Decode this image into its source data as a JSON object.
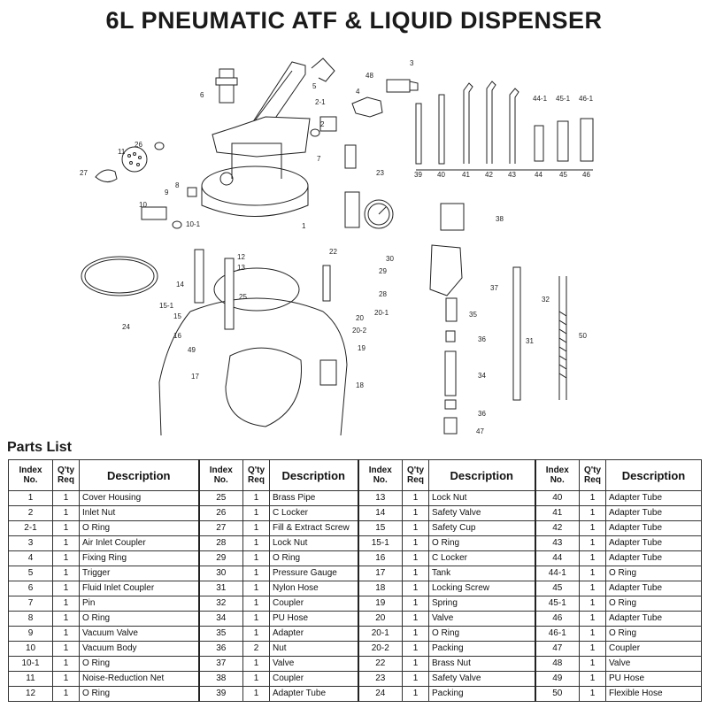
{
  "title": "6L PNEUMATIC ATF & LIQUID DISPENSER",
  "parts_list_title": "Parts List",
  "table": {
    "headers": {
      "index": [
        "Index",
        "No."
      ],
      "qty": [
        "Q'ty",
        "Req"
      ],
      "desc": "Description"
    },
    "rows": [
      [
        [
          "1",
          "1",
          "Cover Housing"
        ],
        [
          "25",
          "1",
          "Brass Pipe"
        ],
        [
          "13",
          "1",
          "Lock Nut"
        ],
        [
          "40",
          "1",
          "Adapter Tube"
        ]
      ],
      [
        [
          "2",
          "1",
          "Inlet Nut"
        ],
        [
          "26",
          "1",
          "C Locker"
        ],
        [
          "14",
          "1",
          "Safety Valve"
        ],
        [
          "41",
          "1",
          "Adapter Tube"
        ]
      ],
      [
        [
          "2-1",
          "1",
          "O Ring"
        ],
        [
          "27",
          "1",
          "Fill & Extract Screw"
        ],
        [
          "15",
          "1",
          "Safety Cup"
        ],
        [
          "42",
          "1",
          "Adapter Tube"
        ]
      ],
      [
        [
          "3",
          "1",
          "Air Inlet Coupler"
        ],
        [
          "28",
          "1",
          "Lock Nut"
        ],
        [
          "15-1",
          "1",
          "O Ring"
        ],
        [
          "43",
          "1",
          "Adapter Tube"
        ]
      ],
      [
        [
          "4",
          "1",
          "Fixing Ring"
        ],
        [
          "29",
          "1",
          "O Ring"
        ],
        [
          "16",
          "1",
          "C Locker"
        ],
        [
          "44",
          "1",
          "Adapter Tube"
        ]
      ],
      [
        [
          "5",
          "1",
          "Trigger"
        ],
        [
          "30",
          "1",
          "Pressure Gauge"
        ],
        [
          "17",
          "1",
          "Tank"
        ],
        [
          "44-1",
          "1",
          "O Ring"
        ]
      ],
      [
        [
          "6",
          "1",
          "Fluid Inlet Coupler"
        ],
        [
          "31",
          "1",
          "Nylon Hose"
        ],
        [
          "18",
          "1",
          "Locking Screw"
        ],
        [
          "45",
          "1",
          "Adapter Tube"
        ]
      ],
      [
        [
          "7",
          "1",
          "Pin"
        ],
        [
          "32",
          "1",
          "Coupler"
        ],
        [
          "19",
          "1",
          "Spring"
        ],
        [
          "45-1",
          "1",
          "O Ring"
        ]
      ],
      [
        [
          "8",
          "1",
          "O Ring"
        ],
        [
          "34",
          "1",
          "PU Hose"
        ],
        [
          "20",
          "1",
          "Valve"
        ],
        [
          "46",
          "1",
          "Adapter Tube"
        ]
      ],
      [
        [
          "9",
          "1",
          "Vacuum Valve"
        ],
        [
          "35",
          "1",
          "Adapter"
        ],
        [
          "20-1",
          "1",
          "O Ring"
        ],
        [
          "46-1",
          "1",
          "O Ring"
        ]
      ],
      [
        [
          "10",
          "1",
          "Vacuum Body"
        ],
        [
          "36",
          "2",
          "Nut"
        ],
        [
          "20-2",
          "1",
          "Packing"
        ],
        [
          "47",
          "1",
          "Coupler"
        ]
      ],
      [
        [
          "10-1",
          "1",
          "O Ring"
        ],
        [
          "37",
          "1",
          "Valve"
        ],
        [
          "22",
          "1",
          "Brass Nut"
        ],
        [
          "48",
          "1",
          "Valve"
        ]
      ],
      [
        [
          "11",
          "1",
          "Noise-Reduction Net"
        ],
        [
          "38",
          "1",
          "Coupler"
        ],
        [
          "23",
          "1",
          "Safety Valve"
        ],
        [
          "49",
          "1",
          "PU Hose"
        ]
      ],
      [
        [
          "12",
          "1",
          "O Ring"
        ],
        [
          "39",
          "1",
          "Adapter Tube"
        ],
        [
          "24",
          "1",
          "Packing"
        ],
        [
          "50",
          "1",
          "Flexible Hose"
        ]
      ]
    ]
  },
  "diagram_labels": [
    {
      "id": "1",
      "text": "1"
    },
    {
      "id": "2",
      "text": "2"
    },
    {
      "id": "2-1",
      "text": "2-1"
    },
    {
      "id": "3",
      "text": "3"
    },
    {
      "id": "4",
      "text": "4"
    },
    {
      "id": "5",
      "text": "5"
    },
    {
      "id": "6",
      "text": "6"
    },
    {
      "id": "7",
      "text": "7"
    },
    {
      "id": "8",
      "text": "8"
    },
    {
      "id": "9",
      "text": "9"
    },
    {
      "id": "10",
      "text": "10"
    },
    {
      "id": "10-1",
      "text": "10-1"
    },
    {
      "id": "11",
      "text": "11"
    },
    {
      "id": "12",
      "text": "12"
    },
    {
      "id": "13",
      "text": "13"
    },
    {
      "id": "14",
      "text": "14"
    },
    {
      "id": "15",
      "text": "15"
    },
    {
      "id": "15-1",
      "text": "15-1"
    },
    {
      "id": "16",
      "text": "16"
    },
    {
      "id": "17",
      "text": "17"
    },
    {
      "id": "18",
      "text": "18"
    },
    {
      "id": "19",
      "text": "19"
    },
    {
      "id": "20",
      "text": "20"
    },
    {
      "id": "20-1",
      "text": "20-1"
    },
    {
      "id": "20-2",
      "text": "20-2"
    },
    {
      "id": "22",
      "text": "22"
    },
    {
      "id": "23",
      "text": "23"
    },
    {
      "id": "24",
      "text": "24"
    },
    {
      "id": "25",
      "text": "25"
    },
    {
      "id": "26",
      "text": "26"
    },
    {
      "id": "27",
      "text": "27"
    },
    {
      "id": "28",
      "text": "28"
    },
    {
      "id": "29",
      "text": "29"
    },
    {
      "id": "30",
      "text": "30"
    },
    {
      "id": "31",
      "text": "31"
    },
    {
      "id": "32",
      "text": "32"
    },
    {
      "id": "34",
      "text": "34"
    },
    {
      "id": "35",
      "text": "35"
    },
    {
      "id": "36a",
      "text": "36"
    },
    {
      "id": "36b",
      "text": "36"
    },
    {
      "id": "37",
      "text": "37"
    },
    {
      "id": "38",
      "text": "38"
    },
    {
      "id": "39",
      "text": "39"
    },
    {
      "id": "40",
      "text": "40"
    },
    {
      "id": "41",
      "text": "41"
    },
    {
      "id": "42",
      "text": "42"
    },
    {
      "id": "43",
      "text": "43"
    },
    {
      "id": "44",
      "text": "44"
    },
    {
      "id": "44-1",
      "text": "44-1"
    },
    {
      "id": "45",
      "text": "45"
    },
    {
      "id": "45-1",
      "text": "45-1"
    },
    {
      "id": "46",
      "text": "46"
    },
    {
      "id": "46-1",
      "text": "46-1"
    },
    {
      "id": "47",
      "text": "47"
    },
    {
      "id": "48",
      "text": "48"
    },
    {
      "id": "49",
      "text": "49"
    },
    {
      "id": "50",
      "text": "50"
    }
  ]
}
